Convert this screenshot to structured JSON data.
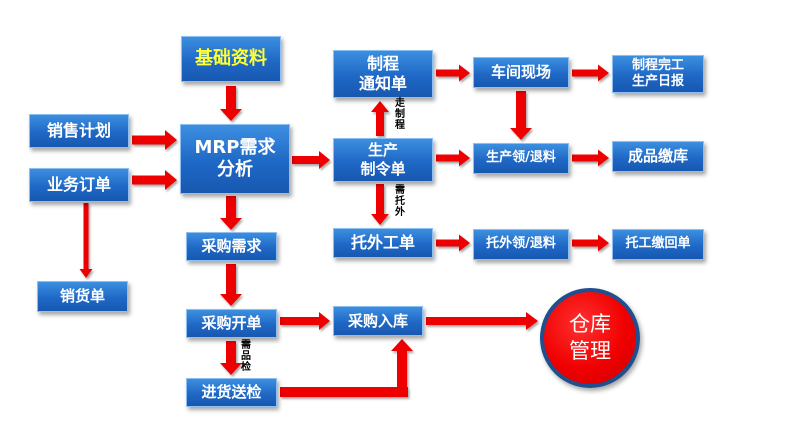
{
  "nodes": {
    "basic_data": "基础资料",
    "sales_plan": "销售计划",
    "sales_order": "业务订单",
    "delivery_note": "销货单",
    "mrp_line1": "MRP需求",
    "mrp_line2": "分析",
    "purchase_req": "采购需求",
    "purchase_order": "采购开单",
    "incoming_inspect": "进货送检",
    "purchase_in": "采购入库",
    "warehouse_line1": "仓库",
    "warehouse_line2": "管理",
    "process_notice_line1": "制程",
    "process_notice_line2": "通知单",
    "workshop": "车间现场",
    "process_report_line1": "制程完工",
    "process_report_line2": "生产日报",
    "work_order_line1": "生产",
    "work_order_line2": "制令单",
    "prod_issue": "生产领/退料",
    "fg_store": "成品缴库",
    "outsource_order": "托外工单",
    "outsource_issue": "托外领/退料",
    "outsource_return": "托工缴回单"
  },
  "edge_labels": {
    "via_process": "走制程",
    "need_outsource": "需托外",
    "need_inspect": "需品检"
  },
  "colors": {
    "box": "#1f68c6",
    "box_text_primary": "#ffff33",
    "box_text_secondary": "#ffffff",
    "arrow": "#ee0000",
    "warehouse": "#f00000"
  }
}
